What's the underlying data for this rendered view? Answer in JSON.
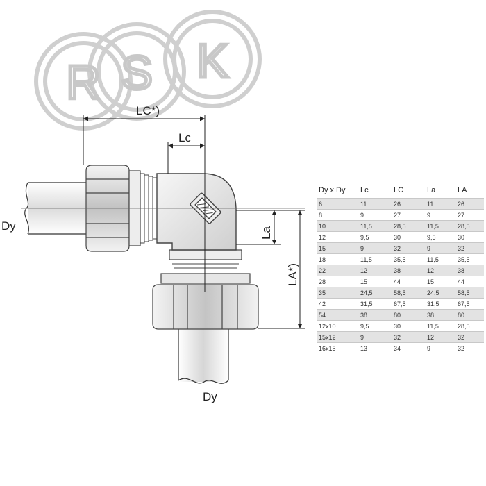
{
  "logo": {
    "letters": [
      "R",
      "S",
      "K"
    ],
    "color": "#cfcfcf"
  },
  "dimensions": {
    "lc_total": "LC*)",
    "lc": "Lc",
    "la": "La",
    "la_total": "LA*)",
    "dy_left": "Dy",
    "dy_bottom": "Dy"
  },
  "table": {
    "headers": [
      "Dy x Dy",
      "Lc",
      "LC",
      "La",
      "LA"
    ],
    "rows": [
      [
        "6",
        "11",
        "26",
        "11",
        "26"
      ],
      [
        "8",
        "9",
        "27",
        "9",
        "27"
      ],
      [
        "10",
        "11,5",
        "28,5",
        "11,5",
        "28,5"
      ],
      [
        "12",
        "9,5",
        "30",
        "9,5",
        "30"
      ],
      [
        "15",
        "9",
        "32",
        "9",
        "32"
      ],
      [
        "18",
        "11,5",
        "35,5",
        "11,5",
        "35,5"
      ],
      [
        "22",
        "12",
        "38",
        "12",
        "38"
      ],
      [
        "28",
        "15",
        "44",
        "15",
        "44"
      ],
      [
        "35",
        "24,5",
        "58,5",
        "24,5",
        "58,5"
      ],
      [
        "42",
        "31,5",
        "67,5",
        "31,5",
        "67,5"
      ],
      [
        "54",
        "38",
        "80",
        "38",
        "80"
      ],
      [
        "12x10",
        "9,5",
        "30",
        "11,5",
        "28,5"
      ],
      [
        "15x12",
        "9",
        "32",
        "12",
        "32"
      ],
      [
        "16x15",
        "13",
        "34",
        "9",
        "32"
      ]
    ]
  }
}
